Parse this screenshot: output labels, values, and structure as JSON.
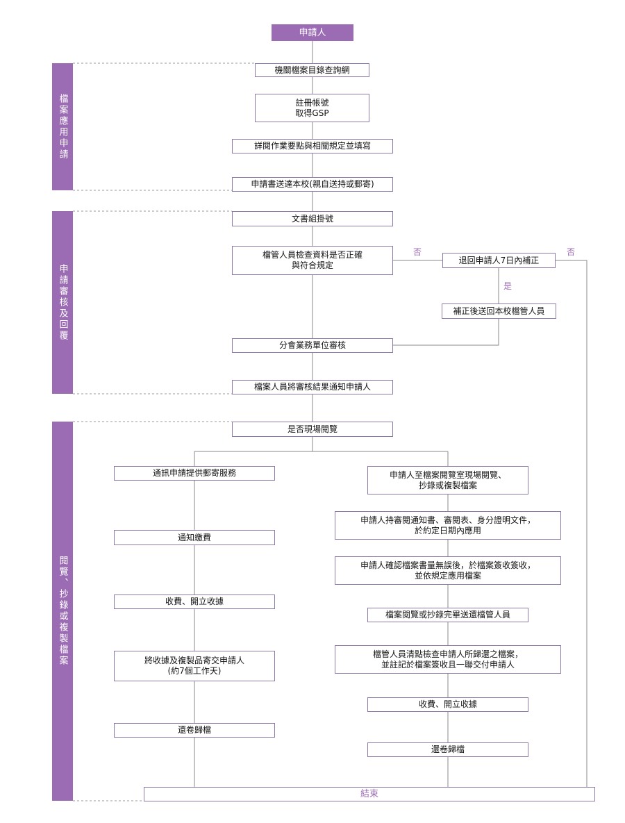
{
  "colors": {
    "accent": "#9b6bb3",
    "line": "#888888",
    "box_border": "#8c7aa6"
  },
  "sections": [
    {
      "id": "apply",
      "label": "檔案應用申請"
    },
    {
      "id": "review",
      "label": "申請審核及回覆"
    },
    {
      "id": "reading",
      "label": "閱覽、抄錄或複製檔案"
    }
  ],
  "nodes": {
    "applicant": "申請人",
    "query_site": "機關檔案目錄查詢網",
    "register": "註冊帳號\n取得GSP",
    "read_rules": "詳閱作業要點與相關規定並填寫",
    "submit": "申請書送達本校(親自送持或郵寄)",
    "doc_register": "文書組掛號",
    "check": "檔管人員檢查資料是否正確\n與符合規定",
    "return": "退回申請人7日內補正",
    "resend": "補正後送回本校檔管人員",
    "unit_review": "分會業務單位審核",
    "notify": "檔案人員將審核結果通知申請人",
    "onsite": "是否現場閱覽",
    "mail_service": "通訊申請提供郵寄服務",
    "pay_notice": "通知繳費",
    "fee_left": "收費、開立收據",
    "send_copy": "將收據及複製品寄交申請人\n(約7個工作天)",
    "archive_left": "還卷歸檔",
    "onsite_read": "申請人至檔案閱覽室現場閱覽、\n抄錄或複製檔案",
    "bring_docs": "申請人持審閱通知書、審閱表、身分證明文件，\n於約定日期內應用",
    "confirm": "申請人確認檔案書量無誤後，於檔案簽收簽收，\n並依規定應用檔案",
    "return_staff": "檔案閱覽或抄錄完畢送還檔管人員",
    "staff_check": "檔管人員清點檢查申請人所歸還之檔案，\n並註記於檔案簽收且一聯交付申請人",
    "fee_right": "收費、開立收據",
    "archive_right": "還卷歸檔",
    "end": "結束"
  },
  "edge_labels": {
    "no_1": "否",
    "yes_1": "是",
    "no_2": "否"
  }
}
